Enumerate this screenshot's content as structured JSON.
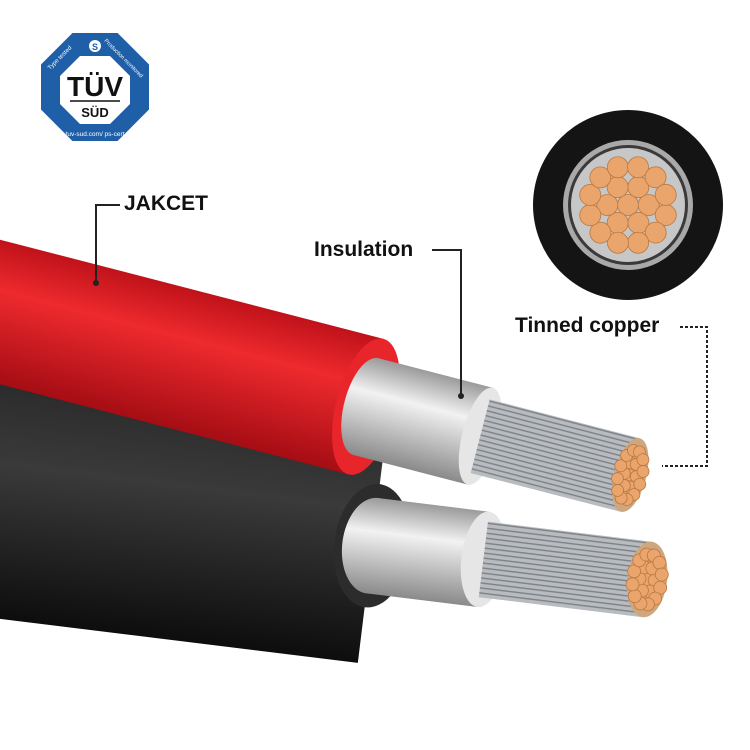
{
  "certification": {
    "brand": "TÜV",
    "sub": "SÜD",
    "left_text": "Type tested",
    "right_text": "Production monitored",
    "bottom_text": "tuv-sud.com/ ps-cert"
  },
  "labels": {
    "jacket": "JAKCET",
    "insulation": "Insulation",
    "conductor": "Tinned copper"
  },
  "colors": {
    "red_jacket": "#d8141b",
    "black_jacket": "#1a1a1a",
    "insulation": "#c9c9c9",
    "copper": "#e9a56b",
    "tuv_blue": "#1f5fa8"
  }
}
